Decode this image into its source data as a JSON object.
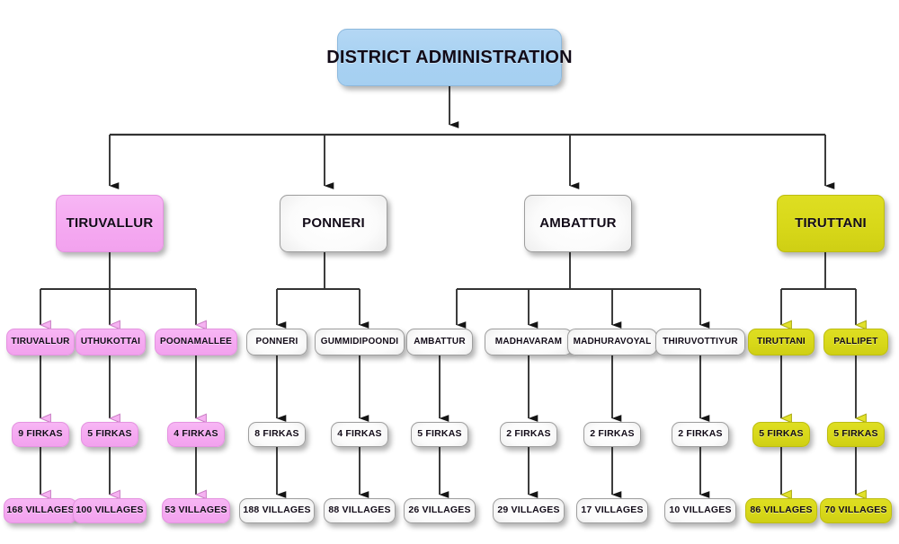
{
  "chart_data": {
    "type": "tree",
    "title": "DISTRICT ADMINISTRATION",
    "levels": [
      "district",
      "division",
      "taluk",
      "firkas",
      "villages"
    ],
    "root": {
      "label": "DISTRICT ADMINISTRATION",
      "color": "#a9d2f2"
    },
    "branches": [
      {
        "division": "TIRUVALLUR",
        "color": "#f5a9f1",
        "taluks": [
          {
            "name": "TIRUVALLUR",
            "firkas": "9 FIRKAS",
            "villages": "168 VILLAGES",
            "firkas_count": 9,
            "villages_count": 168
          },
          {
            "name": "UTHUKOTTAI",
            "firkas": "5 FIRKAS",
            "villages": "100 VILLAGES",
            "firkas_count": 5,
            "villages_count": 100
          },
          {
            "name": "POONAMALLEE",
            "firkas": "4 FIRKAS",
            "villages": "53 VILLAGES",
            "firkas_count": 4,
            "villages_count": 53
          }
        ]
      },
      {
        "division": "PONNERI",
        "color": "#e8e8e8",
        "taluks": [
          {
            "name": "PONNERI",
            "firkas": "8 FIRKAS",
            "villages": "188 VILLAGES",
            "firkas_count": 8,
            "villages_count": 188
          },
          {
            "name": "GUMMIDIPOONDI",
            "firkas": "4 FIRKAS",
            "villages": "88 VILLAGES",
            "firkas_count": 4,
            "villages_count": 88
          }
        ]
      },
      {
        "division": "AMBATTUR",
        "color": "#e8e8e8",
        "taluks": [
          {
            "name": "AMBATTUR",
            "firkas": "5 FIRKAS",
            "villages": "26 VILLAGES",
            "firkas_count": 5,
            "villages_count": 26
          },
          {
            "name": "MADHAVARAM",
            "firkas": "2 FIRKAS",
            "villages": "29 VILLAGES",
            "firkas_count": 2,
            "villages_count": 29
          },
          {
            "name": "MADHURAVOYAL",
            "firkas": "2 FIRKAS",
            "villages": "17 VILLAGES",
            "firkas_count": 2,
            "villages_count": 17
          },
          {
            "name": "THIRUVOTTIYUR",
            "firkas": "2 FIRKAS",
            "villages": "10 VILLAGES",
            "firkas_count": 2,
            "villages_count": 10
          }
        ]
      },
      {
        "division": "TIRUTTANI",
        "color": "#d8d819",
        "taluks": [
          {
            "name": "TIRUTTANI",
            "firkas": "5 FIRKAS",
            "villages": "86 VILLAGES",
            "firkas_count": 5,
            "villages_count": 86
          },
          {
            "name": "PALLIPET",
            "firkas": "5 FIRKAS",
            "villages": "70 VILLAGES",
            "firkas_count": 5,
            "villages_count": 70
          }
        ]
      }
    ]
  },
  "nodes": {
    "root": "DISTRICT ADMINISTRATION",
    "div0": "TIRUVALLUR",
    "div1": "PONNERI",
    "div2": "AMBATTUR",
    "div3": "TIRUTTANI",
    "taluk0": "TIRUVALLUR",
    "taluk1": "UTHUKOTTAI",
    "taluk2": "POONAMALLEE",
    "taluk3": "PONNERI",
    "taluk4": "GUMMIDIPOONDI",
    "taluk5": "AMBATTUR",
    "taluk6": "MADHAVARAM",
    "taluk7": "MADHURAVOYAL",
    "taluk8": "THIRUVOTTIYUR",
    "taluk9": "TIRUTTANI",
    "taluk10": "PALLIPET",
    "firka0": "9 FIRKAS",
    "firka1": "5 FIRKAS",
    "firka2": "4 FIRKAS",
    "firka3": "8 FIRKAS",
    "firka4": "4 FIRKAS",
    "firka5": "5 FIRKAS",
    "firka6": "2 FIRKAS",
    "firka7": "2 FIRKAS",
    "firka8": "2 FIRKAS",
    "firka9": "5 FIRKAS",
    "firka10": "5 FIRKAS",
    "vill0": "168 VILLAGES",
    "vill1": "100 VILLAGES",
    "vill2": "53 VILLAGES",
    "vill3": "188 VILLAGES",
    "vill4": "88 VILLAGES",
    "vill5": "26 VILLAGES",
    "vill6": "29 VILLAGES",
    "vill7": "17 VILLAGES",
    "vill8": "10 VILLAGES",
    "vill9": "86 VILLAGES",
    "vill10": "70 VILLAGES"
  },
  "colors": {
    "blue": "#a9d2f2",
    "pink": "#f5a9f1",
    "grey": "#e8e8e8",
    "yellow": "#d8d819",
    "line": "#333333",
    "pink_arrow": "#f0a0ec",
    "yellow_arrow": "#d4d416"
  }
}
